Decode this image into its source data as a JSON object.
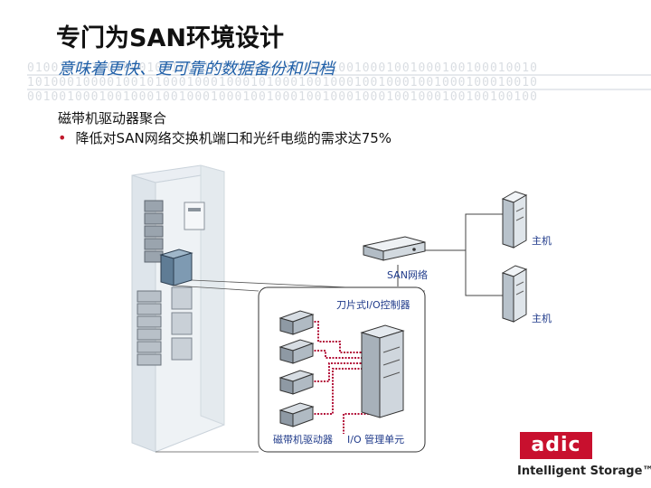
{
  "header": {
    "title": "专门为SAN环境设计",
    "subtitle": "意味着更快、更可靠的数据备份和归档",
    "binary_lines": [
      "0100100010010001001000100110001001100010010001001000100100010010",
      "1010001000010010100010001000101000100100010010001001000100010010",
      "0010010001001000100100010001001000100100010001001000100100100100"
    ]
  },
  "content": {
    "heading": "磁带机驱动器聚合",
    "bullet": "降低对SAN网络交换机端口和光纤电缆的需求达75%"
  },
  "diagram": {
    "host_top_label": "主机",
    "host_bottom_label": "主机",
    "switch_label": "SAN网络",
    "controller_label": "刀片式I/O控制器",
    "drives_label": "磁带机驱动器",
    "io_unit_label": "I/O 管理单元"
  },
  "brand": {
    "logo_text": "adic",
    "tagline": "Intelligent Storage™"
  },
  "colors": {
    "accent_red": "#c0192c",
    "label_blue": "#1f3a8a",
    "subtitle_blue": "#1f5fa8",
    "cable_red": "#b3123a",
    "logo_red": "#c8102e"
  }
}
